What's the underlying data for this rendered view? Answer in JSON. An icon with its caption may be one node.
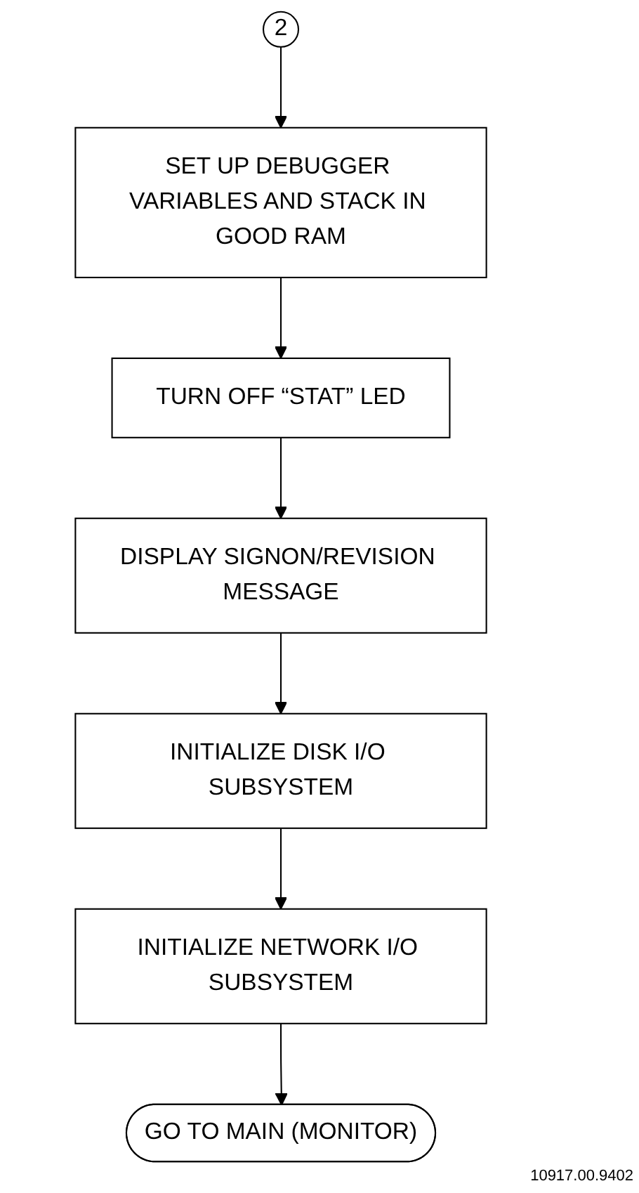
{
  "diagram": {
    "nodes": [
      {
        "text": [
          "2"
        ]
      },
      {
        "text": [
          "SET UP DEBUGGER VARIABLES AND STACK IN GOOD RAM"
        ]
      },
      {
        "text": [
          "TURN OFF “STAT” LED"
        ]
      },
      {
        "text": [
          "DISPLAY SIGNON/REVISION MESSAGE"
        ]
      },
      {
        "text": [
          "INITIALIZE DISK I/O SUBSYSTEM"
        ]
      },
      {
        "text": [
          "INITIALIZE NETWORK I/O SUBSYSTEM"
        ]
      },
      {
        "text": [
          "GO TO MAIN (MONITOR)"
        ]
      }
    ],
    "edges": [
      {
        "from": 0,
        "to": 1,
        "arrow": "to"
      },
      {
        "from": 1,
        "to": 2,
        "arrow": "to"
      },
      {
        "from": 2,
        "to": 3,
        "arrow": "to"
      },
      {
        "from": 3,
        "to": 4,
        "arrow": "to"
      },
      {
        "from": 4,
        "to": 5,
        "arrow": "to"
      },
      {
        "from": 5,
        "to": 6,
        "arrow": "to"
      }
    ],
    "labels": [
      "10917.00.9402"
    ]
  }
}
